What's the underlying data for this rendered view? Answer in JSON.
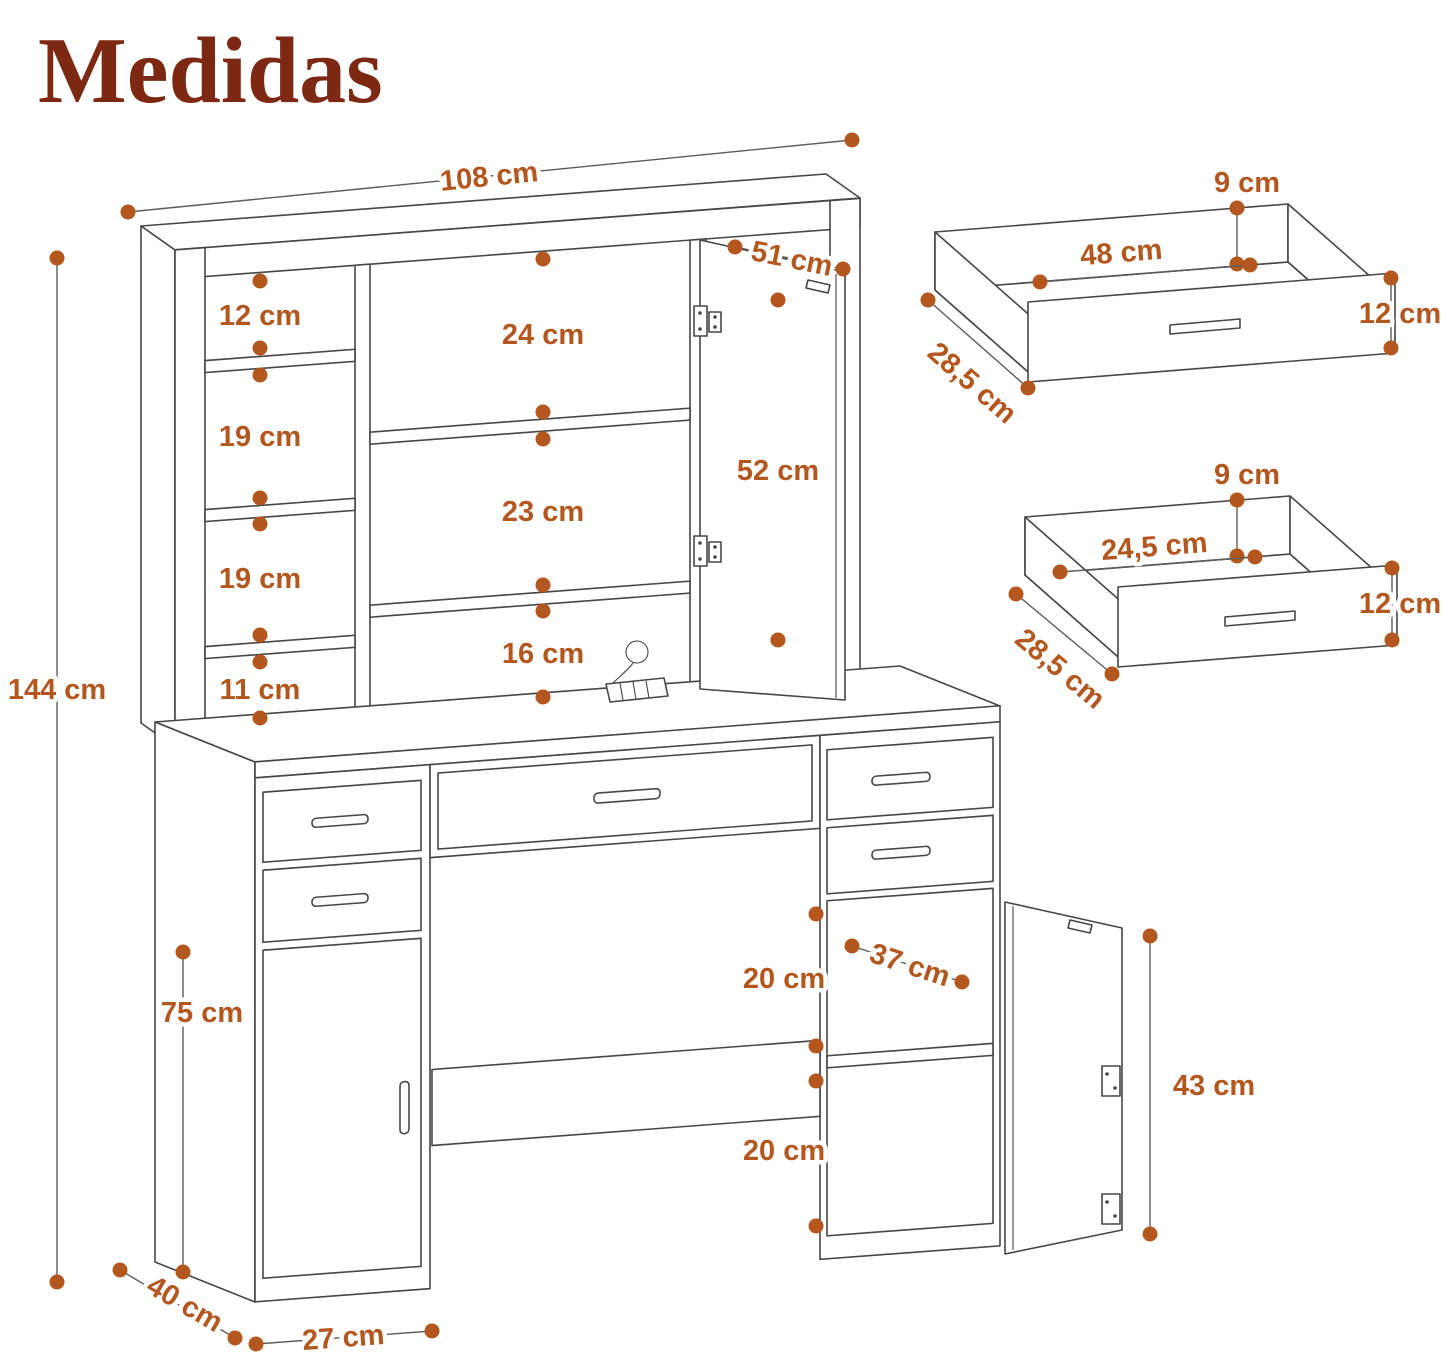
{
  "title": "Medidas",
  "colors": {
    "title": "#7C2812",
    "dimension": "#B4571E"
  },
  "main_unit": {
    "total_width": "108 cm",
    "total_height": "144 cm",
    "hutch": {
      "left_shelf_1": "12 cm",
      "left_shelf_2": "19 cm",
      "left_shelf_3": "19 cm",
      "left_shelf_4": "11 cm",
      "mid_shelf_1": "24 cm",
      "mid_shelf_2": "23 cm",
      "mid_shelf_3": "16 cm",
      "door_width": "51 cm",
      "door_height": "52 cm"
    },
    "desk": {
      "height": "75 cm",
      "depth": "40 cm",
      "pedestal_width": "27 cm",
      "cabinet_width": "37 cm",
      "cabinet_top": "20 cm",
      "cabinet_bottom": "20 cm",
      "cabinet_door_height": "43 cm"
    }
  },
  "drawer_large": {
    "back_height": "9 cm",
    "width": "48 cm",
    "front_height": "12 cm",
    "depth": "28,5 cm"
  },
  "drawer_small": {
    "back_height": "9 cm",
    "width": "24,5 cm",
    "front_height": "12 cm",
    "depth": "28,5 cm"
  }
}
